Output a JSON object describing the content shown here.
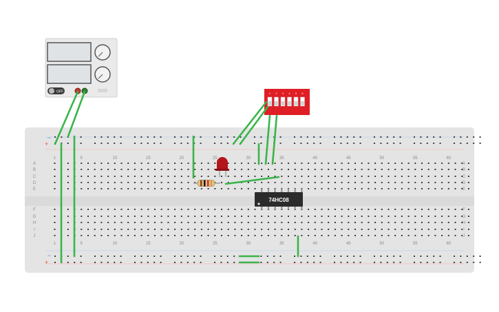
{
  "colors": {
    "background": "#ffffff",
    "breadboard": "#e4e4e4",
    "hole": "#3c3c3c",
    "wire": "#3ab54a",
    "rail_red": "#e74c3c",
    "rail_blue": "#4a90d9",
    "dip_switch": "#e01e25",
    "chip": "#2b2b2b",
    "led": "#b3151b",
    "power_supply": "#eaeaea"
  },
  "breadboard": {
    "column_labels": [
      "1",
      "5",
      "10",
      "15",
      "20",
      "25",
      "30",
      "35",
      "40",
      "45",
      "50",
      "55",
      "60"
    ],
    "row_labels_top": [
      "A",
      "B",
      "C",
      "D",
      "E"
    ],
    "row_labels_bottom": [
      "F",
      "G",
      "H",
      "I",
      "J"
    ],
    "rail_plus": "+",
    "rail_minus": "−"
  },
  "chip": {
    "label": "74HC08"
  },
  "dip_switch": {
    "numbers": [
      "1",
      "2",
      "3",
      "4",
      "5",
      "6"
    ]
  },
  "power_supply": {
    "button_label": "OFF"
  }
}
